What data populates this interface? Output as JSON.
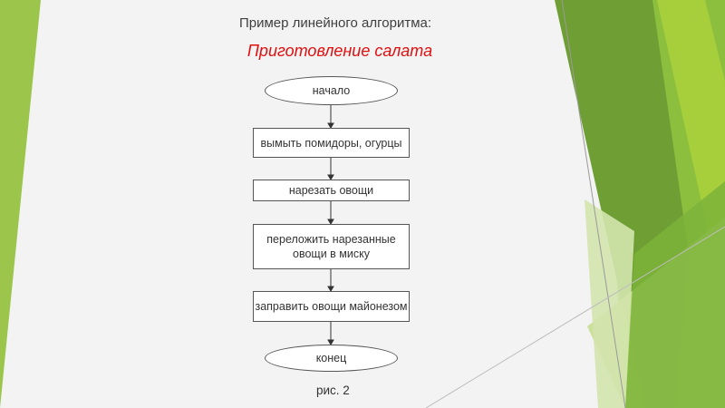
{
  "slide": {
    "subtitle": "Пример линейного алгоритма:",
    "title": "Приготовление салата",
    "caption": "рис. 2"
  },
  "flowchart": {
    "start": "начало",
    "steps": [
      "вымыть помидоры, огурцы",
      "нарезать овощи",
      "переложить нарезанные овощи в миску",
      "заправить овощи майонезом"
    ],
    "end": "конец"
  },
  "colors": {
    "background": "#f3f3f3",
    "title_red": "#e01010",
    "green_light": "#9bc64b",
    "green_dark": "#6c9a35",
    "green_pale": "#d3e4ad"
  }
}
